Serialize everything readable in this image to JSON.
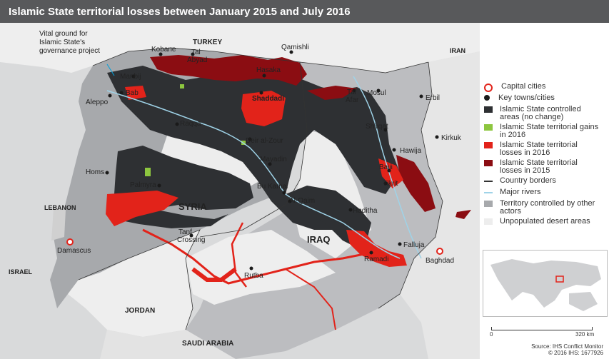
{
  "title": "Islamic State territorial losses between January 2015 and July 2016",
  "callout": [
    "Vital ground for",
    "Islamic State's",
    "governance project"
  ],
  "countries": {
    "turkey": "TURKEY",
    "iran": "IRAN",
    "syria": "SYRIA",
    "iraq": "IRAQ",
    "lebanon": "LEBANON",
    "israel": "ISRAEL",
    "jordan": "JORDAN",
    "saudi": "SAUDI ARABIA"
  },
  "cities": {
    "kobane": "Kobane",
    "tal_abyad": [
      "Tal",
      "Abyad"
    ],
    "qamishli": "Qamishli",
    "hasaka": "Hasaka",
    "shaddadi": "Shaddadi",
    "tal_afar": [
      "Tal",
      "Afar"
    ],
    "mosul": "Mosul",
    "erbil": "Erbil",
    "manbij": "Manbij",
    "al_bab": "Bab",
    "aleppo": "Aleppo",
    "raqqa": "Raqqa",
    "deir": "Deir al-Zour",
    "mayadin": "Mayadin",
    "abu_kamal": "Bu Kamal",
    "al_qaim": "Al-Qaim",
    "homs": "Homs",
    "palmyra": "Palmyra",
    "kirkuk": "Kirkuk",
    "shirqat": "Shirqat",
    "hawija": "Hawija",
    "baiji": "Baiji",
    "tikrit": "Tikrit",
    "haditha": "Haditha",
    "ramadi": "Ramadi",
    "falluja": "Falluja",
    "baghdad": "Baghdad",
    "damascus": "Damascus",
    "tanf": [
      "Tanf",
      "Crossing"
    ],
    "rutba": "Rutba"
  },
  "legend": {
    "items": [
      {
        "label": "Capital cities",
        "symbol": "capital-star",
        "color": "#e2231a"
      },
      {
        "label": "Key towns/cities",
        "symbol": "dot",
        "color": "#1a1a1a"
      },
      {
        "label": "Islamic State controlled areas (no change)",
        "symbol": "square",
        "color": "#2e3033"
      },
      {
        "label": "Islamic State territorial gains in 2016",
        "symbol": "square",
        "color": "#8dc63f"
      },
      {
        "label": "Islamic State territorial losses in 2016",
        "symbol": "square",
        "color": "#e2231a"
      },
      {
        "label": "Islamic State territorial losses in 2015",
        "symbol": "square",
        "color": "#8b0d12"
      },
      {
        "label": "Country borders",
        "symbol": "line",
        "color": "#333333"
      },
      {
        "label": "Major rivers",
        "symbol": "line",
        "color": "#9fd3e8"
      },
      {
        "label": "Territory controlled by other actors",
        "symbol": "square",
        "color": "#a7a9ac"
      },
      {
        "label": "Unpopulated desert areas",
        "symbol": "square",
        "color": "#ededed"
      }
    ]
  },
  "scale": {
    "start": "0",
    "end": "320 km"
  },
  "source": [
    "Source: IHS Conflict Monitor",
    "© 2016 IHS: 1677926"
  ],
  "colors": {
    "is_controlled": "#2e3033",
    "gain_2016": "#8dc63f",
    "loss_2016": "#e2231a",
    "loss_2015": "#8b0d12",
    "other_actors": "#a7a9ac",
    "desert": "#ededed",
    "rivers": "#9fd3e8",
    "title_bar": "#58595b"
  }
}
